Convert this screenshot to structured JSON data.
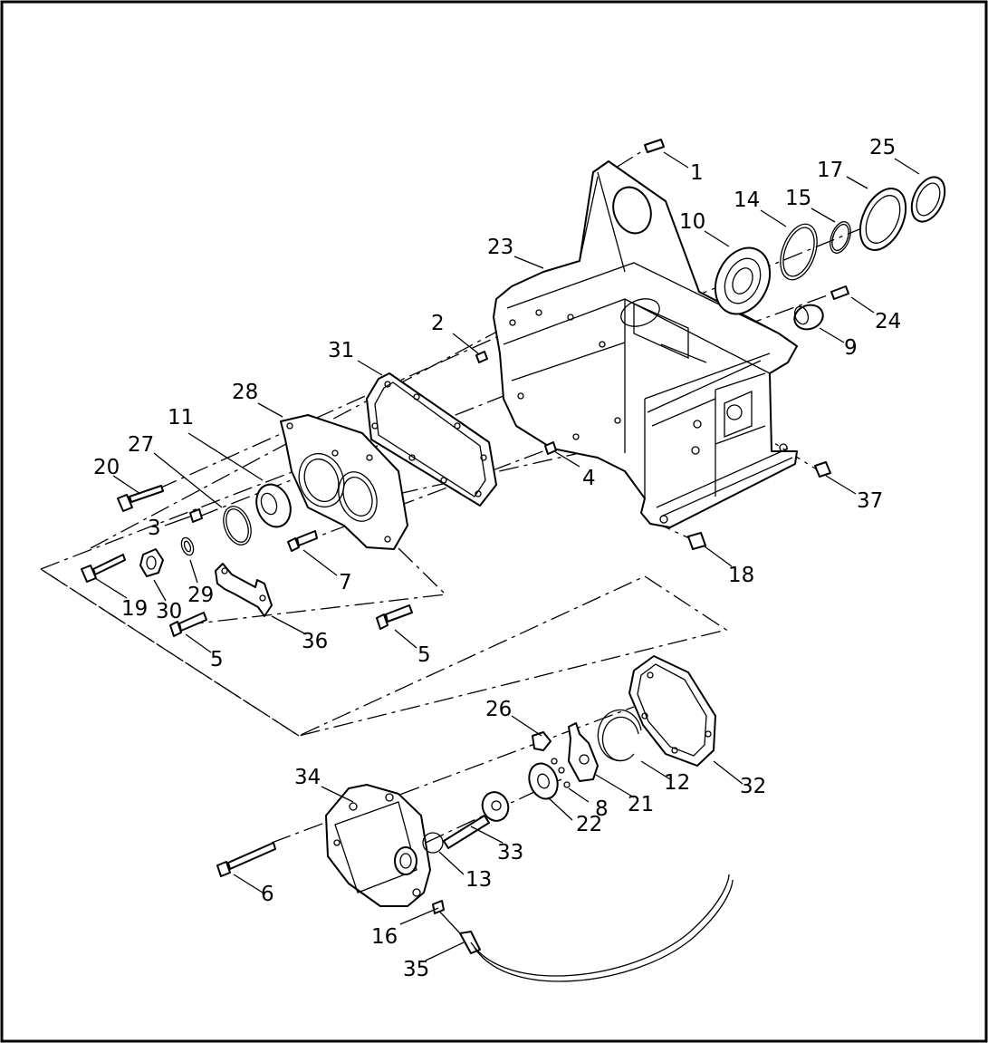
{
  "callouts": [
    {
      "id": "c1",
      "text": "1"
    },
    {
      "id": "c2",
      "text": "2"
    },
    {
      "id": "c3",
      "text": "3"
    },
    {
      "id": "c4",
      "text": "4"
    },
    {
      "id": "c5a",
      "text": "5"
    },
    {
      "id": "c5b",
      "text": "5"
    },
    {
      "id": "c6",
      "text": "6"
    },
    {
      "id": "c7",
      "text": "7"
    },
    {
      "id": "c8",
      "text": "8"
    },
    {
      "id": "c9",
      "text": "9"
    },
    {
      "id": "c10",
      "text": "10"
    },
    {
      "id": "c11",
      "text": "11"
    },
    {
      "id": "c12",
      "text": "12"
    },
    {
      "id": "c13",
      "text": "13"
    },
    {
      "id": "c14",
      "text": "14"
    },
    {
      "id": "c15",
      "text": "15"
    },
    {
      "id": "c16",
      "text": "16"
    },
    {
      "id": "c17",
      "text": "17"
    },
    {
      "id": "c18",
      "text": "18"
    },
    {
      "id": "c19",
      "text": "19"
    },
    {
      "id": "c20",
      "text": "20"
    },
    {
      "id": "c21",
      "text": "21"
    },
    {
      "id": "c22",
      "text": "22"
    },
    {
      "id": "c23",
      "text": "23"
    },
    {
      "id": "c24",
      "text": "24"
    },
    {
      "id": "c25",
      "text": "25"
    },
    {
      "id": "c26",
      "text": "26"
    },
    {
      "id": "c27",
      "text": "27"
    },
    {
      "id": "c28",
      "text": "28"
    },
    {
      "id": "c29",
      "text": "29"
    },
    {
      "id": "c30",
      "text": "30"
    },
    {
      "id": "c31",
      "text": "31"
    },
    {
      "id": "c32",
      "text": "32"
    },
    {
      "id": "c33",
      "text": "33"
    },
    {
      "id": "c34",
      "text": "34"
    },
    {
      "id": "c35",
      "text": "35"
    },
    {
      "id": "c36",
      "text": "36"
    },
    {
      "id": "c37",
      "text": "37"
    }
  ]
}
